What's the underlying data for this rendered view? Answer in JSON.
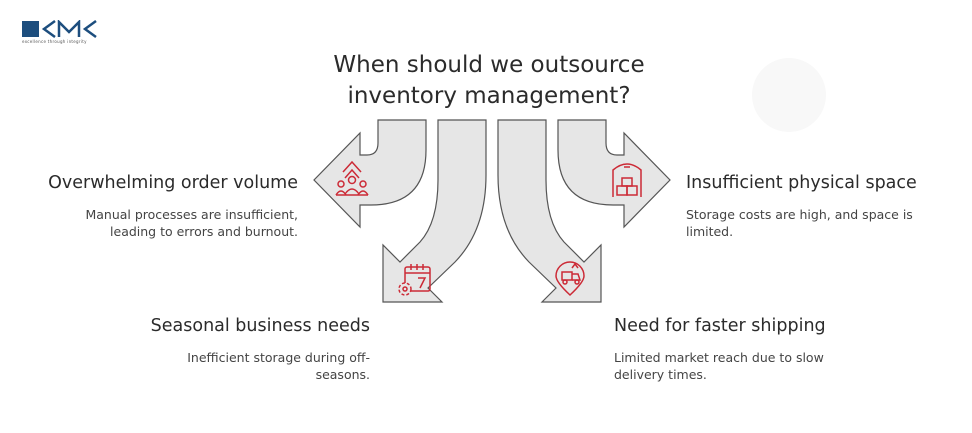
{
  "logo": {
    "text": "KMK",
    "tagline": "excellence through integrity"
  },
  "title": {
    "line1": "When should we outsource",
    "line2": "inventory management?"
  },
  "items": [
    {
      "heading": "Overwhelming order volume",
      "line1": "Manual processes are insufficient,",
      "line2": "leading to errors and burnout.",
      "icon": "people-growth-icon"
    },
    {
      "heading": "Seasonal business needs",
      "line1": "Inefficient storage during off-",
      "line2": "seasons.",
      "icon": "calendar-gear-icon"
    },
    {
      "heading": "Need for faster shipping",
      "line1": "Limited market reach due to slow",
      "line2": "delivery times.",
      "icon": "delivery-location-icon"
    },
    {
      "heading": "Insufficient physical space",
      "line1": "Storage costs are high, and space is",
      "line2": "limited.",
      "icon": "warehouse-boxes-icon"
    }
  ],
  "colors": {
    "arrow_fill": "#e6e6e6",
    "arrow_stroke": "#555555",
    "icon": "#cc2a36",
    "logo": "#1d4e7e"
  }
}
